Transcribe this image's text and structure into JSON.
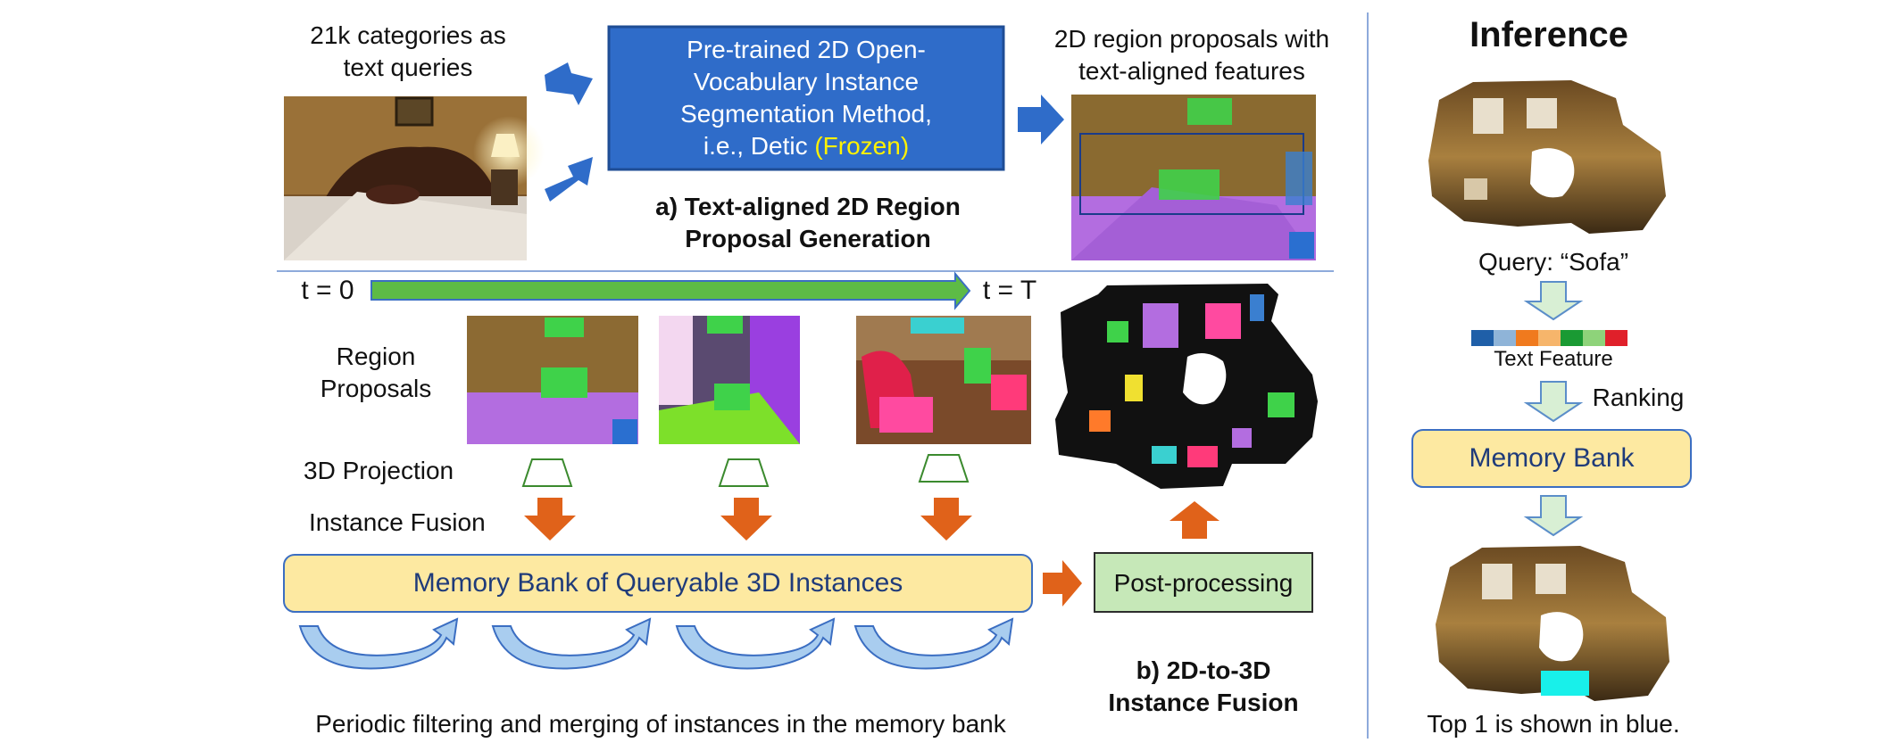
{
  "part_a": {
    "query_text_line1": "21k categories as",
    "query_text_line2": "text queries",
    "model_box_line1": "Pre-trained 2D Open-",
    "model_box_line2": "Vocabulary Instance",
    "model_box_line3": "Segmentation Method,",
    "model_box_line4": "i.e., Detic",
    "model_box_frozen": "(Frozen)",
    "caption_line1": "a) Text-aligned 2D Region",
    "caption_line2": "Proposal Generation",
    "output_line1": "2D region proposals with",
    "output_line2": "text-aligned features"
  },
  "part_b": {
    "t_start": "t = 0",
    "t_end": "t = T",
    "region_label_line1": "Region",
    "region_label_line2": "Proposals",
    "projection_label": "3D Projection",
    "fusion_label": "Instance Fusion",
    "memory_bank_label": "Memory Bank of Queryable 3D Instances",
    "post_processing_label": "Post-processing",
    "periodic_caption": "Periodic filtering and merging of instances in the memory bank",
    "caption_line1": "b) 2D-to-3D",
    "caption_line2": "Instance Fusion"
  },
  "inference": {
    "title": "Inference",
    "query_label": "Query: “Sofa”",
    "text_feature_label": "Text Feature",
    "ranking_label": "Ranking",
    "memory_bank_label": "Memory Bank",
    "result_caption": "Top 1 is shown in blue.",
    "feature_colors": [
      "#1f5fa8",
      "#8fb4d8",
      "#f07a1e",
      "#f6b56b",
      "#1a9a33",
      "#8ed37a",
      "#e0202a"
    ]
  },
  "colors": {
    "blue_box": "#2f6cc9",
    "yellow_box": "#fde9a1",
    "green_box": "#c6e8b8",
    "green_timeline": "#5dbb46",
    "orange_arrow": "#e0621a",
    "light_blue_arrow": "#a9cdef",
    "frozen_yellow": "#fff200",
    "divider": "#8eaadb"
  }
}
